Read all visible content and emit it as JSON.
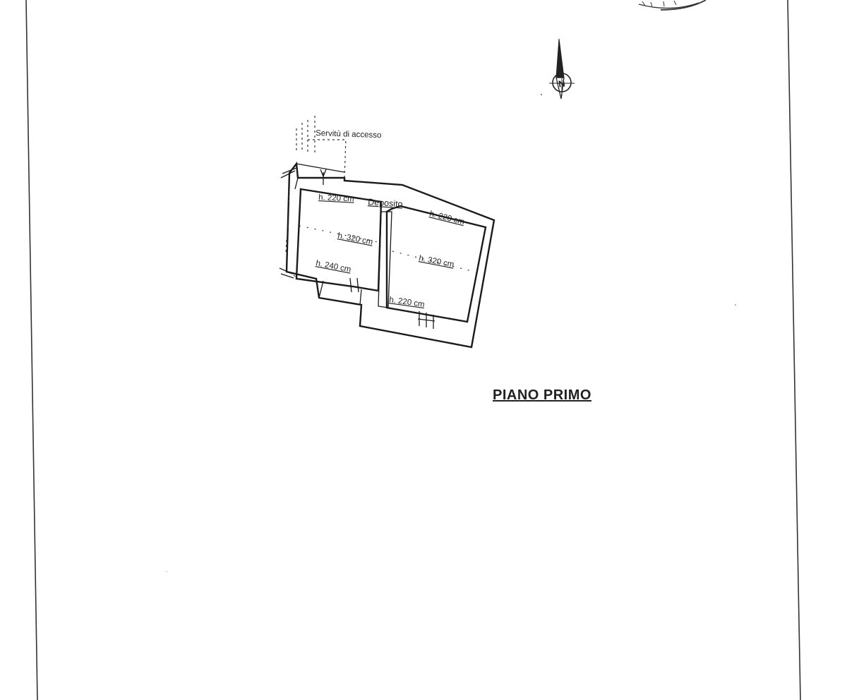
{
  "drawing": {
    "floor_title": "PIANO PRIMO",
    "room_name": "Deposito",
    "easement_note": "Servitù di accesso",
    "north_letter": "N",
    "heights": [
      {
        "id": "h1",
        "text": "h. 220 cm"
      },
      {
        "id": "h2",
        "text": "h. 320 cm"
      },
      {
        "id": "h3",
        "text": "h. 240 cm"
      },
      {
        "id": "h4",
        "text": "h. 220 cm"
      },
      {
        "id": "h5",
        "text": "h. 320 cm"
      },
      {
        "id": "h6",
        "text": "h. 220 cm"
      }
    ]
  }
}
